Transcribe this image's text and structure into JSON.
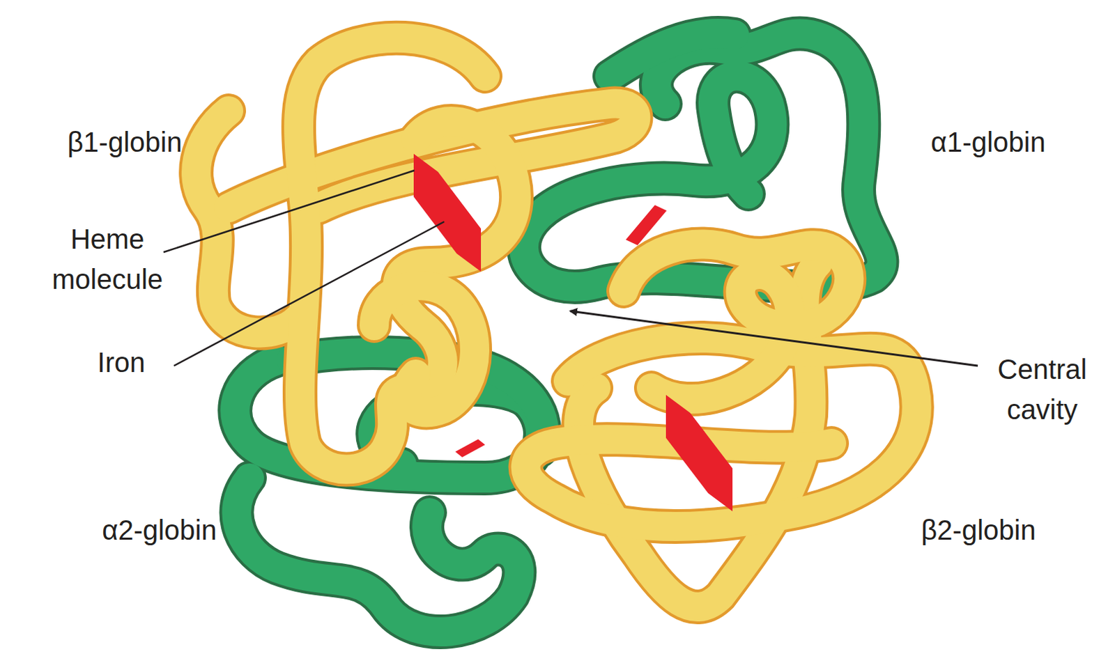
{
  "diagram": {
    "labels": [
      "β1-globin",
      "α1-globin",
      "Heme molecule",
      "Iron",
      "Central cavity",
      "α2-globin",
      "β2-globin"
    ]
  }
}
